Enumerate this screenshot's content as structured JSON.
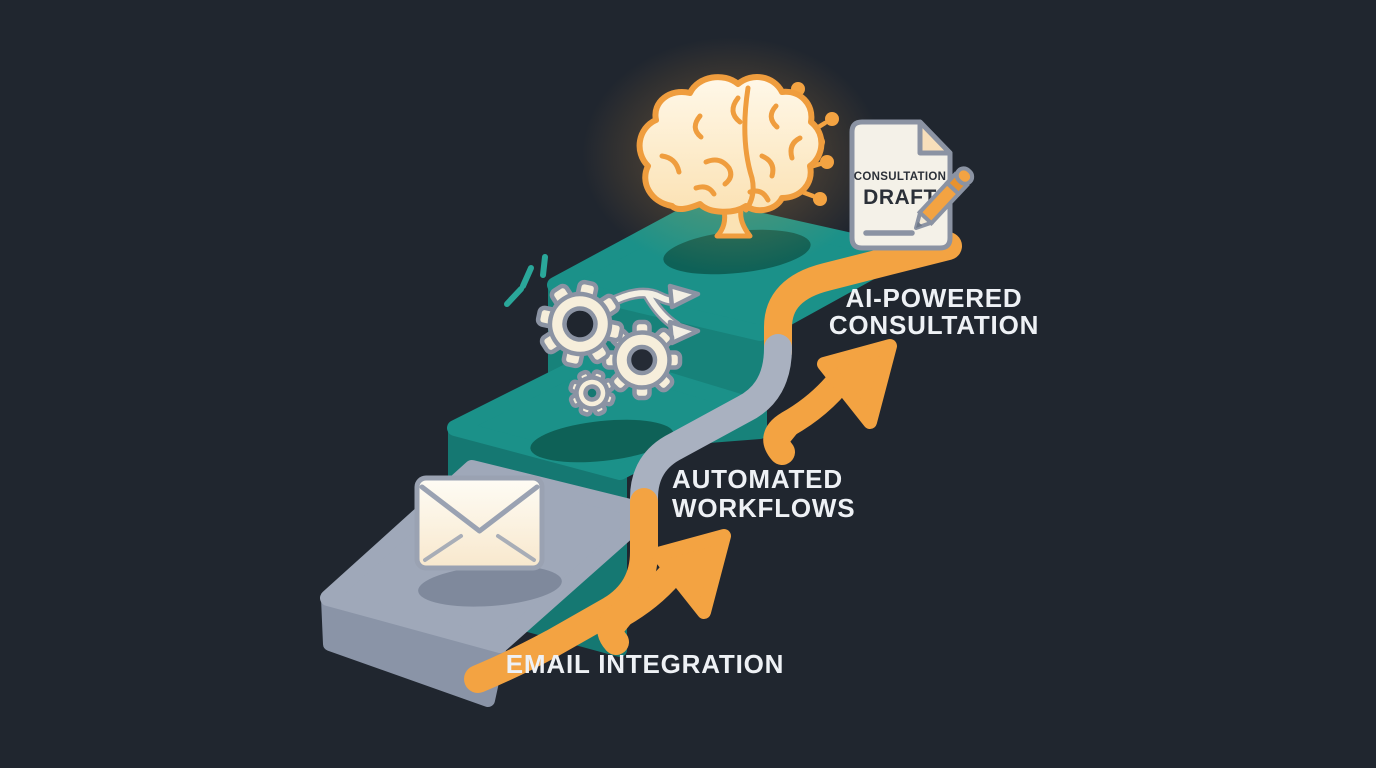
{
  "diagram_type": "process-staircase",
  "steps": [
    {
      "position": "bottom",
      "label_lines": [
        "EMAIL INTEGRATION"
      ],
      "icon": "envelope-icon"
    },
    {
      "position": "middle",
      "label_lines": [
        "AUTOMATED",
        "WORKFLOWS"
      ],
      "icon": "gears-icon"
    },
    {
      "position": "top",
      "label_lines": [
        "AI-POWERED",
        "CONSULTATION"
      ],
      "icon": "brain-icon"
    }
  ],
  "document_card": {
    "lines": [
      "CONSULTATION",
      "DRAFT"
    ]
  },
  "colors": {
    "background": "#20262f",
    "accent_orange": "#f3a342",
    "teal_top": "#1b9189",
    "teal_front_upper": "#17827a",
    "teal_front_middle": "#157872",
    "step_gray_top": "#9fa8b9",
    "step_gray_front": "#8a94a7",
    "edge_band_gray": "#a9b1c0",
    "label_text": "#eef1f5",
    "icon_cream": "#f6eedb",
    "icon_outline_gray": "#8b93a3"
  }
}
